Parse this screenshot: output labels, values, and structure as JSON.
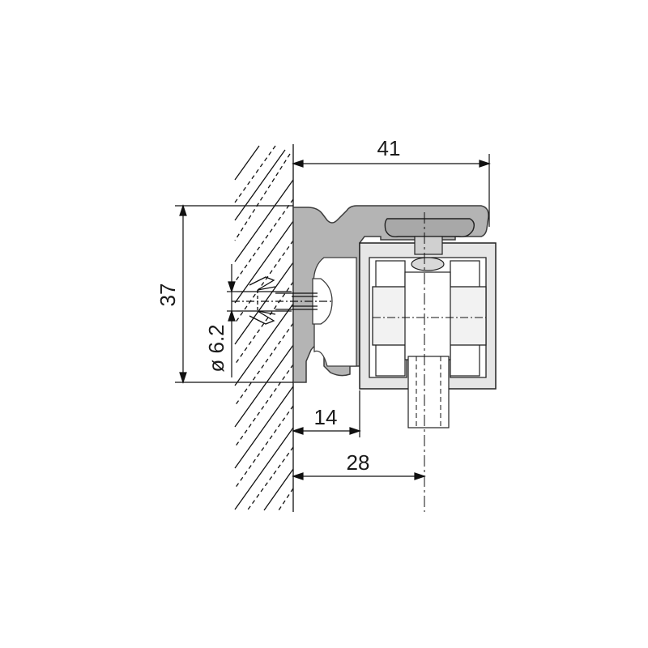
{
  "dimensions": {
    "overall_width": "41",
    "overall_height": "37",
    "wall_offset_rail": "14",
    "wall_offset_axis": "28",
    "hole_diameter": "ø 6.2"
  },
  "colors": {
    "profile": "#b4b4b4",
    "profile_edge": "#3c3c3c",
    "carriage_fill": "#e6e6e6",
    "wheel_fill": "#f2f2f2",
    "line": "#111111"
  }
}
